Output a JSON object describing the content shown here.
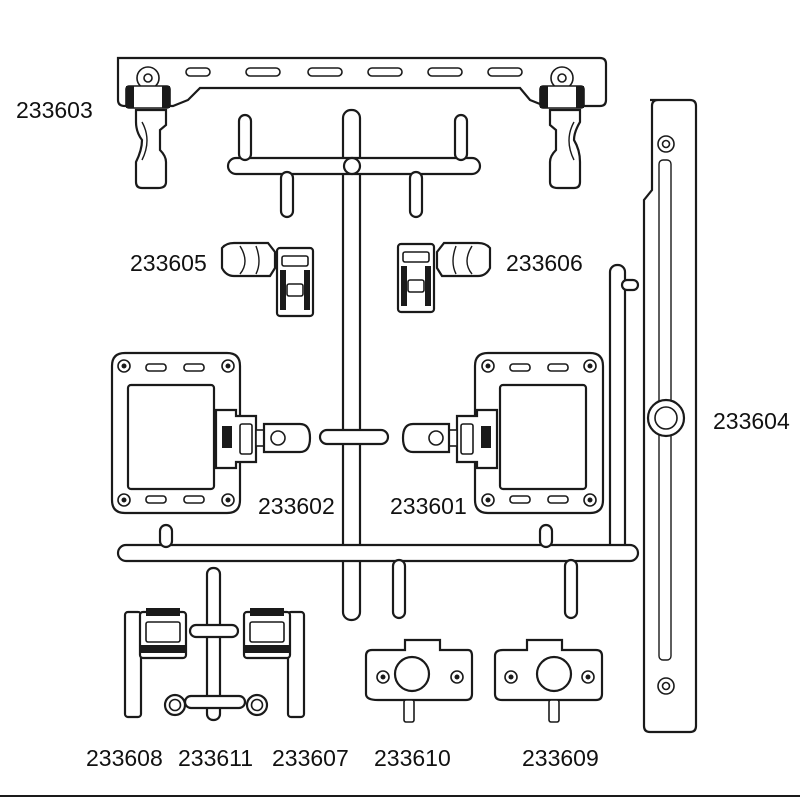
{
  "labels": {
    "p233603": "233603",
    "p233605": "233605",
    "p233606": "233606",
    "p233604": "233604",
    "p233602": "233602",
    "p233601": "233601",
    "p233608": "233608",
    "p233611": "233611",
    "p233607": "233607",
    "p233610": "233610",
    "p233609": "233609"
  },
  "colors": {
    "line": "#1a1a1a",
    "background": "#ffffff"
  }
}
